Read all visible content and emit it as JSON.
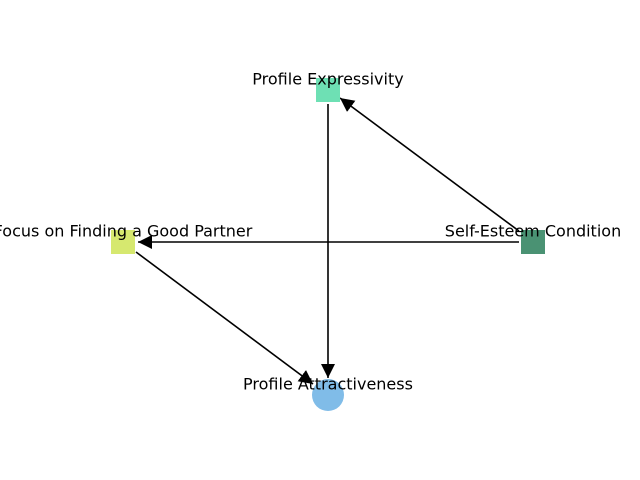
{
  "diagram": {
    "nodes": [
      {
        "id": "expressivity",
        "label": "Profile Expressivity",
        "shape": "square",
        "color": "#6ee0b4"
      },
      {
        "id": "focus",
        "label": "Focus on Finding a Good Partner",
        "shape": "square",
        "color": "#d6e86f"
      },
      {
        "id": "selfesteem",
        "label": "Self-Esteem Condition",
        "shape": "square",
        "color": "#4a9273"
      },
      {
        "id": "attractiveness",
        "label": "Profile Attractiveness",
        "shape": "circle",
        "color": "#80bce8"
      }
    ],
    "edges": [
      {
        "from": "selfesteem",
        "to": "expressivity"
      },
      {
        "from": "selfesteem",
        "to": "focus"
      },
      {
        "from": "expressivity",
        "to": "attractiveness"
      },
      {
        "from": "focus",
        "to": "attractiveness"
      }
    ]
  }
}
